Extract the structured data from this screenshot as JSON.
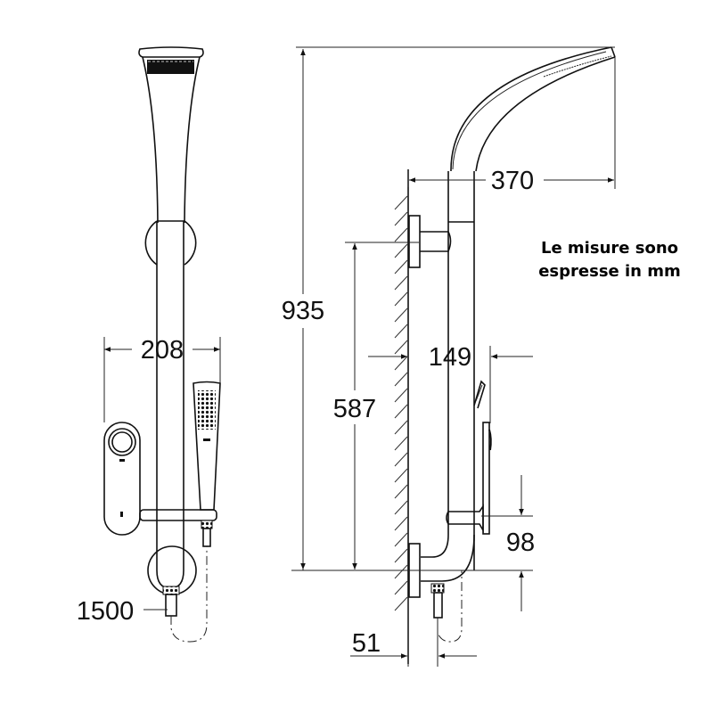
{
  "diagram": {
    "type": "technical-dimension-drawing",
    "subject": "shower system with mixer, overhead shower and hand shower",
    "views": [
      "front-view",
      "side-view"
    ],
    "note": {
      "line1": "Le misure sono",
      "line2": "espresse in mm"
    },
    "dimensions": {
      "front_width": "208",
      "hose_length": "1500",
      "total_height": "935",
      "overhead_projection": "370",
      "mixer_height": "587",
      "handshower_projection": "149",
      "holder_height": "98",
      "outlet_offset": "51"
    },
    "colors": {
      "line": "#111111",
      "background": "#ffffff"
    }
  }
}
